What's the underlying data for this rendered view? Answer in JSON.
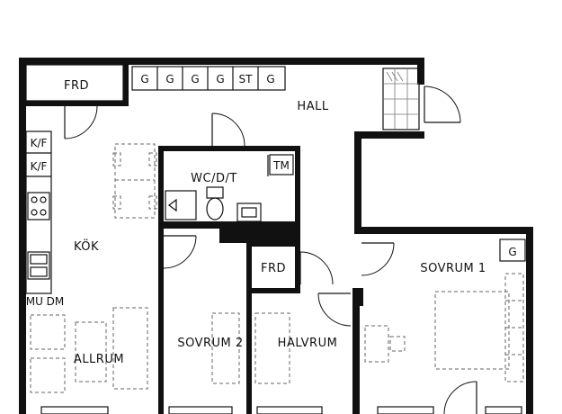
{
  "rooms": {
    "frd_top": "FRD",
    "hall": "HALL",
    "wc": "WC/D/T",
    "tm": "TM",
    "kok": "KÖK",
    "kf_1": "K/F",
    "kf_2": "K/F",
    "mu_dm": "MU DM",
    "allrum": "ALLRUM",
    "frd_mid": "FRD",
    "sovrum1": "SOVRUM 1",
    "sovrum2": "SOVRUM 2",
    "halvrum": "HALVRUM",
    "g_bedroom": "G"
  },
  "closet_row": [
    "G",
    "G",
    "G",
    "G",
    "ST",
    "G"
  ],
  "icons": {
    "stair": "stair-symbol",
    "washbasin": "washbasin-icon",
    "toilet": "toilet-icon",
    "stove": "stove-icon",
    "sink": "sink-icon",
    "bed": "double-bed-icon",
    "table": "dining-table-icon",
    "sofa": "sofa-icon"
  }
}
